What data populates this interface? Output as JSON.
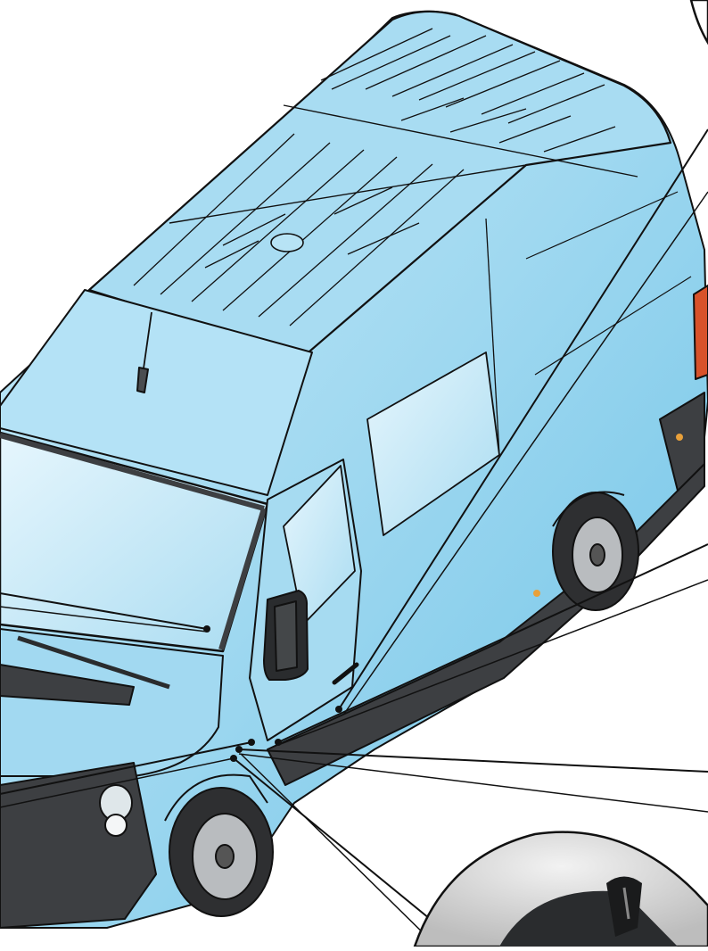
{
  "illustration": {
    "subject": "van-overhead-view",
    "colors": {
      "body": "#9fd8f0",
      "body_light": "#c9ecfa",
      "body_mid": "#7fcbea",
      "body_dark": "#5bb7e0",
      "outline": "#111111",
      "trim": "#3d3f42",
      "trim_dark": "#2a2c2e",
      "tire": "#2e2f31",
      "hub": "#b9bcbf",
      "tail_light": "#d8522a",
      "indicator": "#e8a03a",
      "callout_line": "#111111",
      "callout_fill": "#ffffff"
    },
    "icons": [
      "front-wheel-icon",
      "rear-wheel-icon",
      "side-mirror-icon",
      "antenna-icon",
      "headlight-icon",
      "roof-vent-icon"
    ],
    "callout_count": 9,
    "detail_circles": 2
  }
}
